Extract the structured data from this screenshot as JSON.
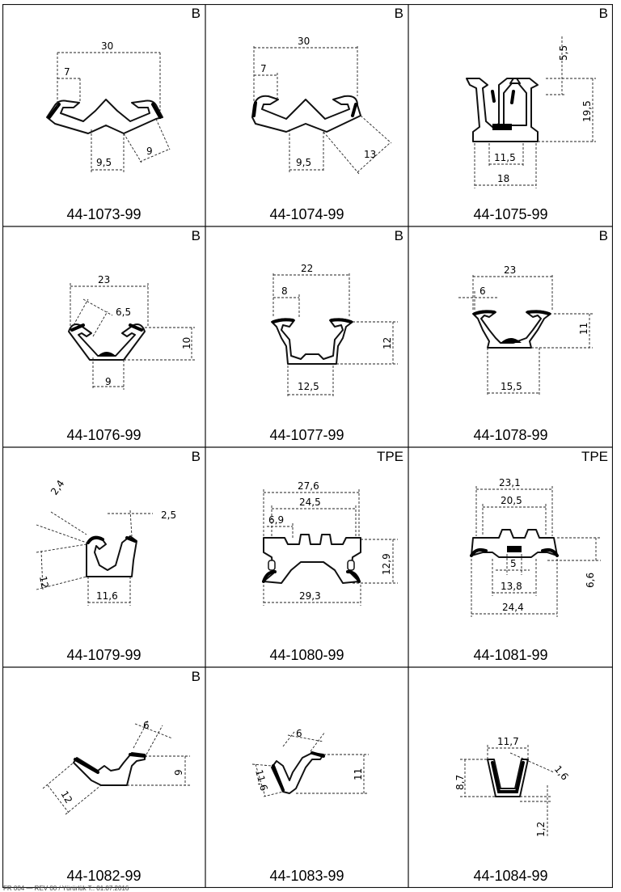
{
  "grid": {
    "columns": 3,
    "rows": 4
  },
  "cells": [
    {
      "code": "44-1073-99",
      "material": "B",
      "dims": [
        "30",
        "7",
        "9,5",
        "9"
      ]
    },
    {
      "code": "44-1074-99",
      "material": "B",
      "dims": [
        "30",
        "7",
        "9,5",
        "13"
      ]
    },
    {
      "code": "44-1075-99",
      "material": "B",
      "dims": [
        "5,5",
        "19,5",
        "11,5",
        "18"
      ]
    },
    {
      "code": "44-1076-99",
      "material": "B",
      "dims": [
        "23",
        "6,5",
        "10",
        "9"
      ]
    },
    {
      "code": "44-1077-99",
      "material": "B",
      "dims": [
        "22",
        "8",
        "12",
        "12,5"
      ]
    },
    {
      "code": "44-1078-99",
      "material": "B",
      "dims": [
        "23",
        "6",
        "11",
        "15,5"
      ]
    },
    {
      "code": "44-1079-99",
      "material": "B",
      "dims": [
        "2,4",
        "2,5",
        "12",
        "11,6"
      ]
    },
    {
      "code": "44-1080-99",
      "material": "TPE",
      "dims": [
        "27,6",
        "24,5",
        "6,9",
        "12,9",
        "29,3"
      ]
    },
    {
      "code": "44-1081-99",
      "material": "TPE",
      "dims": [
        "23,1",
        "20,5",
        "5",
        "13,8",
        "6,6",
        "24,4"
      ]
    },
    {
      "code": "44-1082-99",
      "material": "B",
      "dims": [
        "6",
        "12",
        "9"
      ]
    },
    {
      "code": "44-1083-99",
      "material": "",
      "dims": [
        "6",
        "11,6",
        "11"
      ]
    },
    {
      "code": "44-1084-99",
      "material": "",
      "dims": [
        "11,7",
        "8,7",
        "1,6",
        "1,2"
      ]
    }
  ],
  "footer": "FR 004 — REV 00 / Yürürlük T.: 01.07.2016"
}
